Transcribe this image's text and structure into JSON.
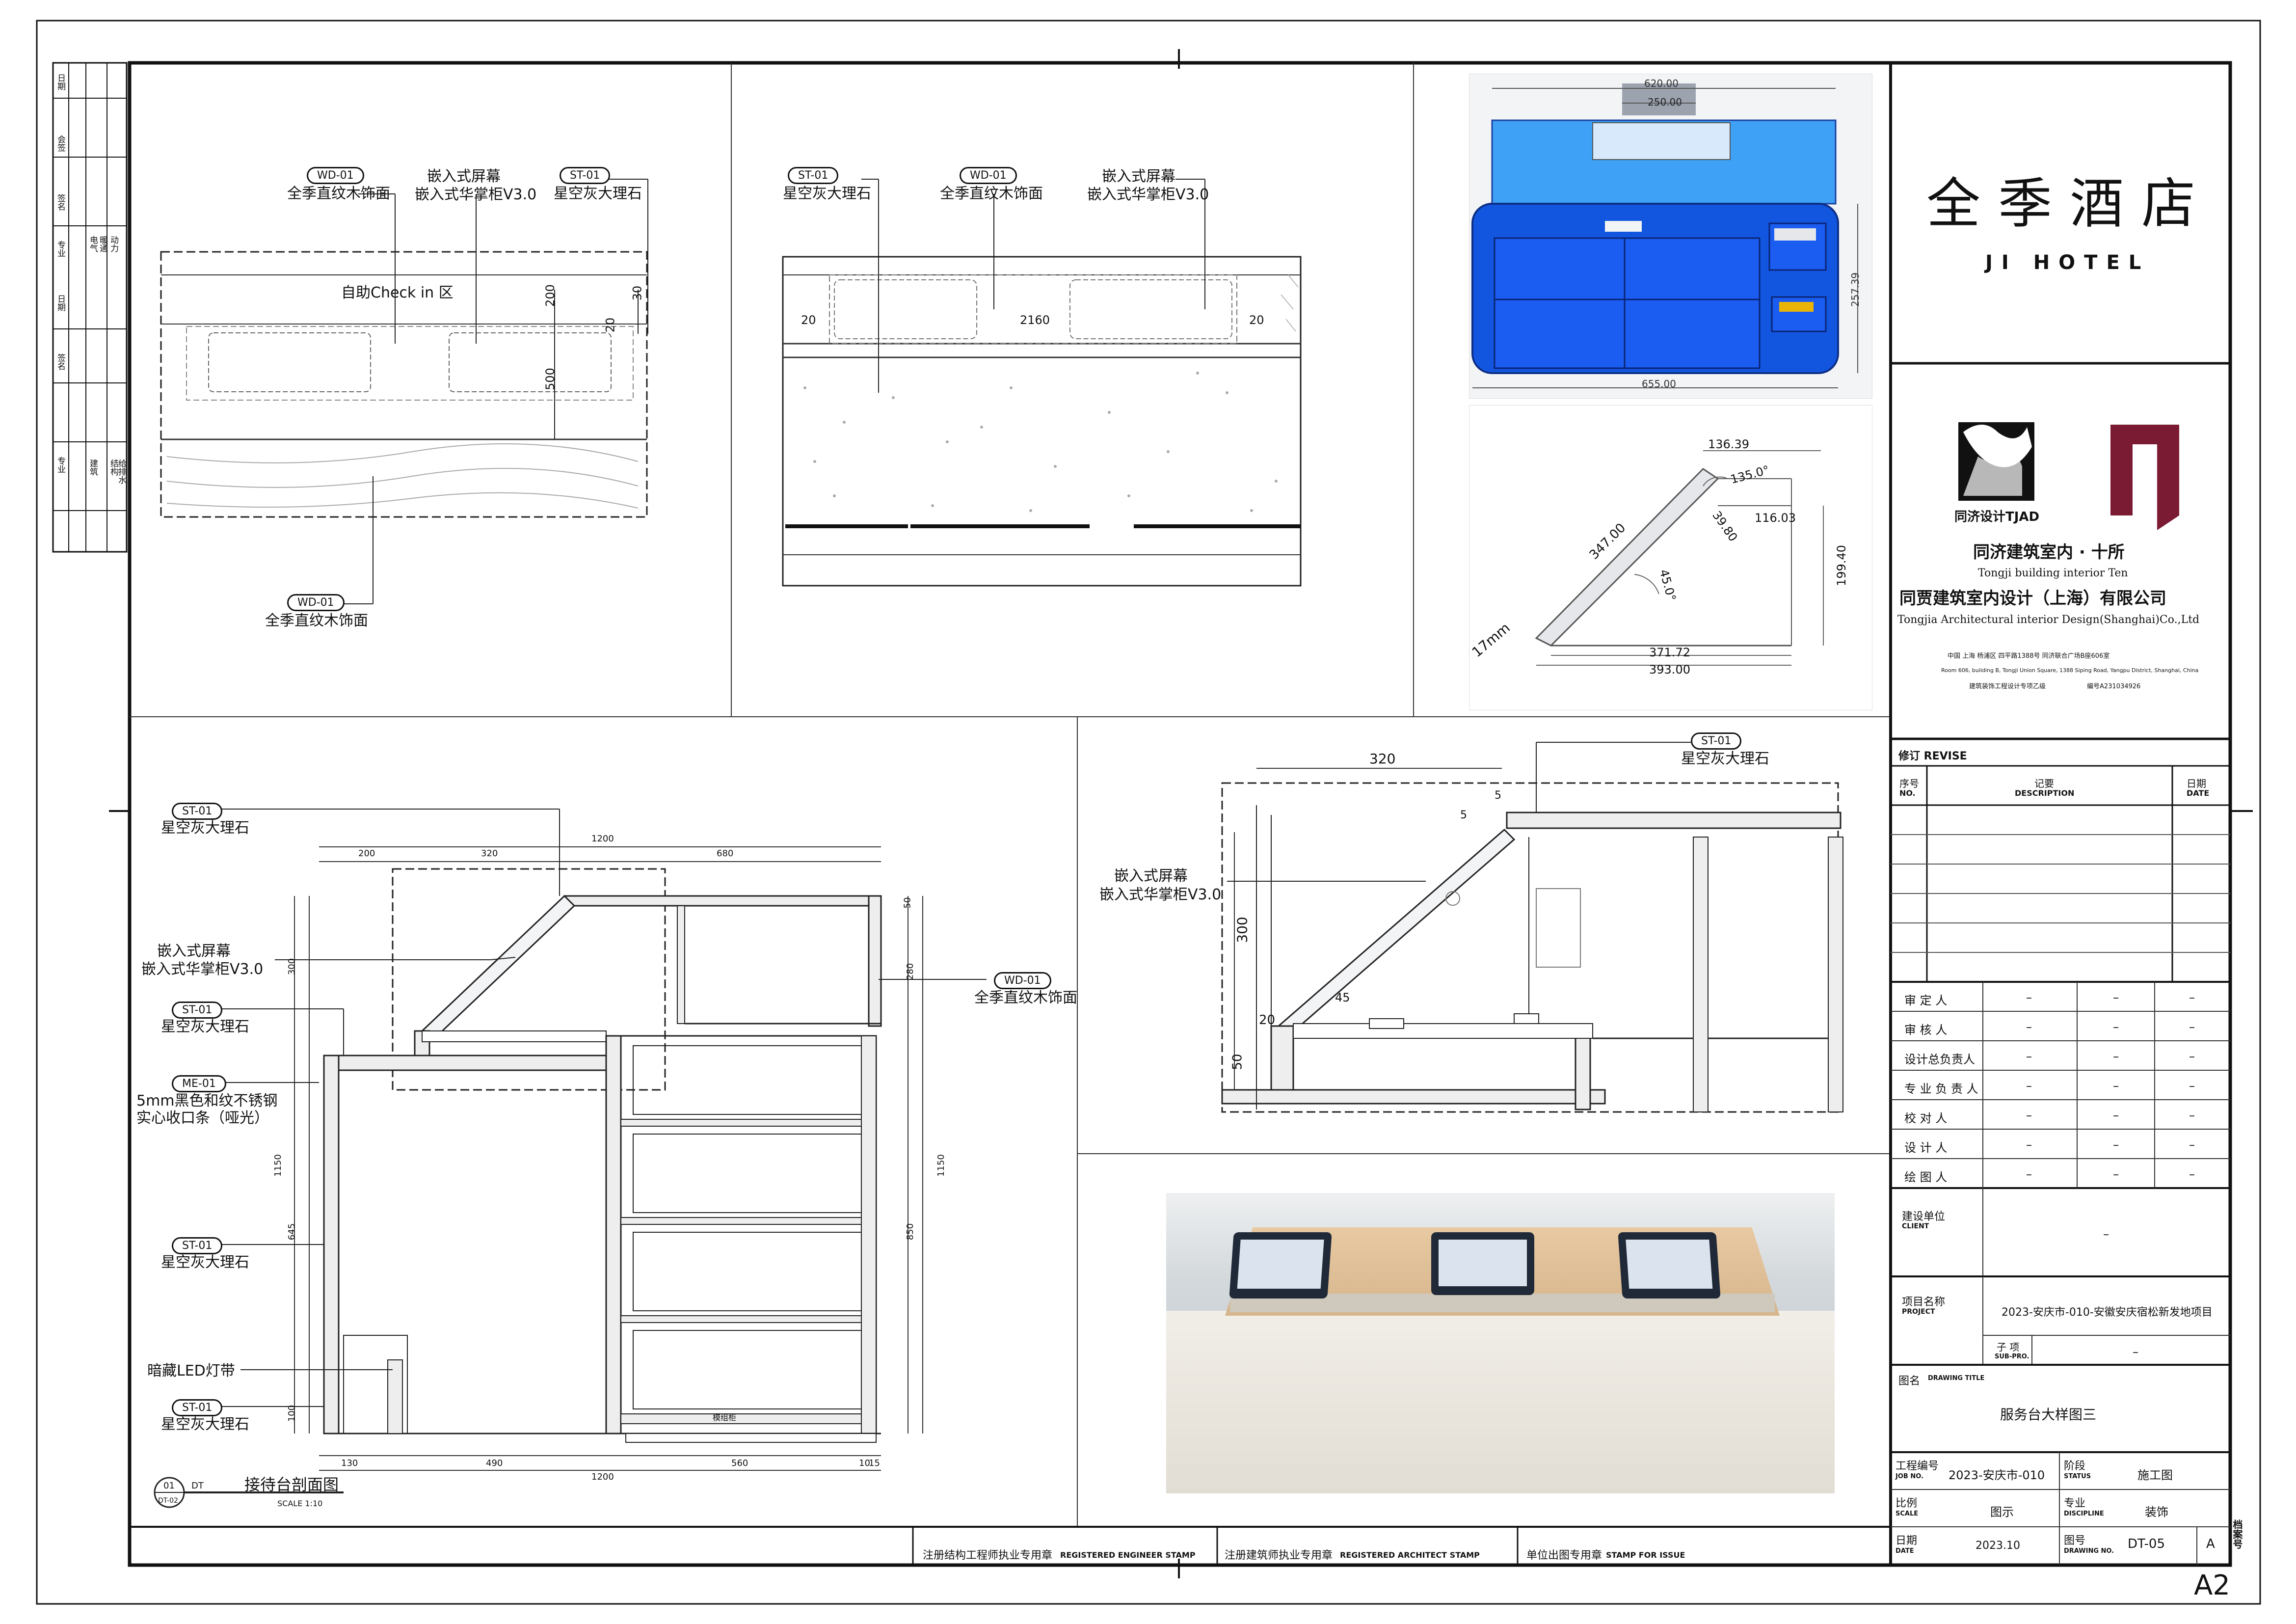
{
  "left_strip": {
    "rows_top": [
      "会签",
      "日期",
      "签名"
    ],
    "rows_bottom": [
      "专业",
      "建筑",
      "结构",
      "给排水",
      "电气",
      "暖通",
      "动力",
      "日期",
      "签名"
    ]
  },
  "panel1": {
    "tags": [
      {
        "code": "WD-01",
        "text": "全季直纹木饰面"
      },
      {
        "code": "ST-01",
        "text": "星空灰大理石"
      },
      {
        "code": "WD-01",
        "text": "全季直纹木饰面"
      }
    ],
    "screen_label_1": "嵌入式屏幕",
    "screen_label_2": "嵌入式华掌柜V3.0",
    "area_label": "自助Check in 区",
    "dims": [
      "200",
      "500",
      "30",
      "20"
    ]
  },
  "panel2": {
    "tags": [
      {
        "code": "ST-01",
        "text": "星空灰大理石"
      },
      {
        "code": "WD-01",
        "text": "全季直纹木饰面"
      }
    ],
    "screen_label_1": "嵌入式屏幕",
    "screen_label_2": "嵌入式华掌柜V3.0",
    "dims": [
      "20",
      "2160",
      "20"
    ]
  },
  "kiosk_front": {
    "dims": [
      "620.00",
      "250.00",
      "655.00",
      "257.39"
    ],
    "colors": {
      "blue": "#1256e0",
      "light_blue": "#3fa1f5"
    }
  },
  "kiosk_side": {
    "dims": [
      "136.39",
      "135.0°",
      "116.03",
      "347.00",
      "39.80",
      "45.0°",
      "199.40",
      "17mm",
      "371.72",
      "393.00"
    ]
  },
  "panel_section": {
    "tags": [
      {
        "code": "ST-01",
        "text": "星空灰大理石"
      },
      {
        "code": "ST-01",
        "text": "星空灰大理石"
      },
      {
        "code": "ME-01",
        "text": "5mm黑色和纹不锈钢",
        "text2": "实心收口条（哑光）"
      },
      {
        "code": "ST-01",
        "text": "星空灰大理石"
      },
      {
        "code": "ST-01",
        "text": "星空灰大理石"
      },
      {
        "code": "WD-01",
        "text": "全季直纹木饰面"
      }
    ],
    "screen_label_1": "嵌入式屏幕",
    "screen_label_2": "嵌入式华掌柜V3.0",
    "led_label": "暗藏LED灯带",
    "top_dims": [
      "200",
      "320",
      "1200",
      "680"
    ],
    "bottom_dims": [
      "130",
      "490",
      "560",
      "10",
      "15",
      "1200"
    ],
    "left_dims": [
      "300",
      "1150",
      "645",
      "100"
    ],
    "right_dims": [
      "280",
      "1150",
      "850",
      "50"
    ],
    "misc": [
      "模组柜"
    ],
    "title_code": "01",
    "title_suffix": "DT",
    "title_ref": "DT-02",
    "title": "接待台剖面图",
    "scale": "SCALE  1:10"
  },
  "panel_detail": {
    "tag": {
      "code": "ST-01",
      "text": "星空灰大理石"
    },
    "screen_label_1": "嵌入式屏幕",
    "screen_label_2": "嵌入式华掌柜V3.0",
    "dims": [
      "320",
      "5",
      "5",
      "300",
      "20",
      "45",
      "50"
    ]
  },
  "stamps": [
    {
      "cn": "注册结构工程师执业专用章",
      "en": "REGISTERED ENGINEER STAMP"
    },
    {
      "cn": "注册建筑师执业专用章",
      "en": "REGISTERED ARCHITECT STAMP"
    },
    {
      "cn": "单位出图专用章",
      "en": "STAMP FOR ISSUE"
    }
  ],
  "title_block": {
    "brand_cn": "全季酒店",
    "brand_en": "JI HOTEL",
    "logo_tjad": "同济设计TJAD",
    "firm1_cn": "同济建筑室内 · 十所",
    "firm1_en": "Tongji building interior Ten",
    "firm2_cn": "同贾建筑室内设计（上海）有限公司",
    "firm2_en": "Tongjia Architectural interior Design(Shanghai)Co.,Ltd",
    "address_cn": "中国  上海  杨浦区  四平路1388号  同济联合广场B座606室",
    "address_en": "Room 606, building B, Tongji Union Square, 1388 Siping Road, Yangpu District, Shanghai, China",
    "cert_label": "建筑装饰工程设计专项乙级",
    "cert_no": "编号A231034926",
    "revise": "修订 REVISE",
    "rev_no_cn": "序号",
    "rev_no_en": "NO.",
    "rev_desc_cn": "记要",
    "rev_desc_en": "DESCRIPTION",
    "rev_date_cn": "日期",
    "rev_date_en": "DATE",
    "roles": [
      {
        "role": "审  定  人",
        "v": [
          "–",
          "–",
          "–"
        ]
      },
      {
        "role": "审  核  人",
        "v": [
          "–",
          "–",
          "–"
        ]
      },
      {
        "role": "设计总负责人",
        "v": [
          "–",
          "–",
          "–"
        ]
      },
      {
        "role": "专 业 负 责 人",
        "v": [
          "–",
          "–",
          "–"
        ]
      },
      {
        "role": "校  对  人",
        "v": [
          "–",
          "–",
          "–"
        ]
      },
      {
        "role": "设  计  人",
        "v": [
          "–",
          "–",
          "–"
        ]
      },
      {
        "role": "绘  图  人",
        "v": [
          "–",
          "–",
          "–"
        ]
      }
    ],
    "client_cn": "建设单位",
    "client_en": "CLIENT",
    "client_value": "–",
    "project_cn": "项目名称",
    "project_en": "PROJECT",
    "project_value": "2023-安庆市-010-安徽安庆宿松新发地项目",
    "subpro_cn": "子 项",
    "subpro_en": "SUB-PRO.",
    "subpro_value": "–",
    "drawing_title_cn": "图名",
    "drawing_title_en": "DRAWING TITLE",
    "drawing_title_value": "服务台大样图三",
    "job_cn": "工程编号",
    "job_en": "JOB NO.",
    "job_value": "2023-安庆市-010",
    "status_cn": "阶段",
    "status_en": "STATUS",
    "status_value": "施工图",
    "scale_cn": "比例",
    "scale_en": "SCALE",
    "scale_value": "图示",
    "discipline_cn": "专业",
    "discipline_en": "DISCIPLINE",
    "discipline_value": "装饰",
    "date_cn": "日期",
    "date_en": "DATE",
    "date_value": "2023.10",
    "drawno_cn": "图号",
    "drawno_en": "DRAWING NO.",
    "drawno_value": "DT-05",
    "version_value": "A",
    "archive": "档案号",
    "sheet_size": "A2"
  }
}
